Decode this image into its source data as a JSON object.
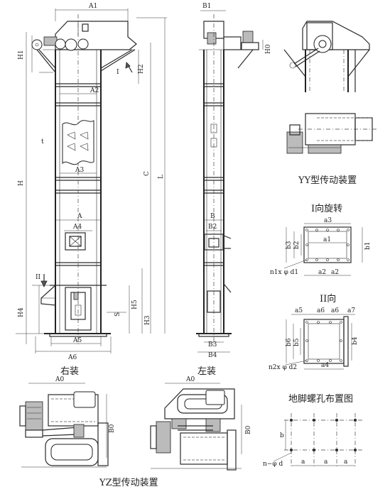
{
  "labels": {
    "right": {
      "A1": "A1",
      "H1": "H1",
      "H2": "H2",
      "I": "I",
      "A2": "A2",
      "t": "t",
      "A3": "A3",
      "H": "H",
      "C": "C",
      "L": "L",
      "A": "A",
      "A4": "A4",
      "II": "II",
      "H4": "H4",
      "H5": "H5",
      "S": "S",
      "H3": "H3",
      "A5": "A5",
      "A6": "A6"
    },
    "left": {
      "B1": "B1",
      "H0": "H0",
      "B": "B",
      "B2": "B2",
      "B3": "B3",
      "B4": "B4"
    },
    "rotI": {
      "a3": "a3",
      "a1": "a1",
      "b3": "b3",
      "b2": "b2",
      "b1": "b1",
      "n1": "n1x φ d1",
      "a2a": "a2",
      "a2b": "a2"
    },
    "dirII": {
      "a5": "a5",
      "a6a": "a6",
      "a6b": "a6",
      "a7": "a7",
      "b6": "b6",
      "b5": "b5",
      "b4": "b4",
      "n2": "n2x φ d2",
      "a4": "a4"
    },
    "yz": {
      "A0": "A0",
      "B0": "B0"
    },
    "yz2": {
      "A0": "A0",
      "B0": "B0"
    },
    "bolt": {
      "b": "b",
      "n": "n−φ d",
      "a1": "a",
      "a2": "a",
      "a3": "a"
    }
  },
  "captions": {
    "right_mount": "右装",
    "left_mount": "左装",
    "yy_drive": "YY型传动装置",
    "rotation_I": "I向旋转",
    "direction_II": "II向",
    "bolt_layout": "地脚螺孔布置图",
    "yz_drive": "YZ型传动装置"
  }
}
